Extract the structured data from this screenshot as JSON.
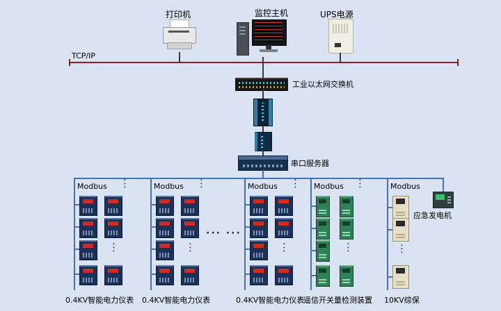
{
  "colors": {
    "background": "#d9e3f2",
    "tcpip_line": "#8e1f1f",
    "bus_line": "#4a6fb5"
  },
  "top_devices": {
    "printer_label": "打印机",
    "host_label": "监控主机",
    "ups_label": "UPS电源"
  },
  "network": {
    "tcpip_label": "TCP/IP",
    "switch_label": "工业以太网交换机",
    "serial_server_label": "串口服务器"
  },
  "generator": {
    "label": "应急发电机"
  },
  "decorations": {
    "dots_vertical": "⋮",
    "dots_horizontal": "··· ···"
  },
  "groups": [
    {
      "bus_label": "Modbus",
      "device_type": "meter",
      "bottom_label": "0.4KV智能电力仪表"
    },
    {
      "bus_label": "Modbus",
      "device_type": "meter",
      "bottom_label": "0.4KV智能电力仪表"
    },
    {
      "bus_label": "Modbus",
      "device_type": "meter",
      "bottom_label": "0.4KV智能电力仪表"
    },
    {
      "bus_label": "Modbus",
      "device_type": "io-module",
      "bottom_label": "遥信开关量检测装置"
    },
    {
      "bus_label": "Modbus",
      "device_type": "relay",
      "bottom_label": "10KV综保"
    }
  ]
}
